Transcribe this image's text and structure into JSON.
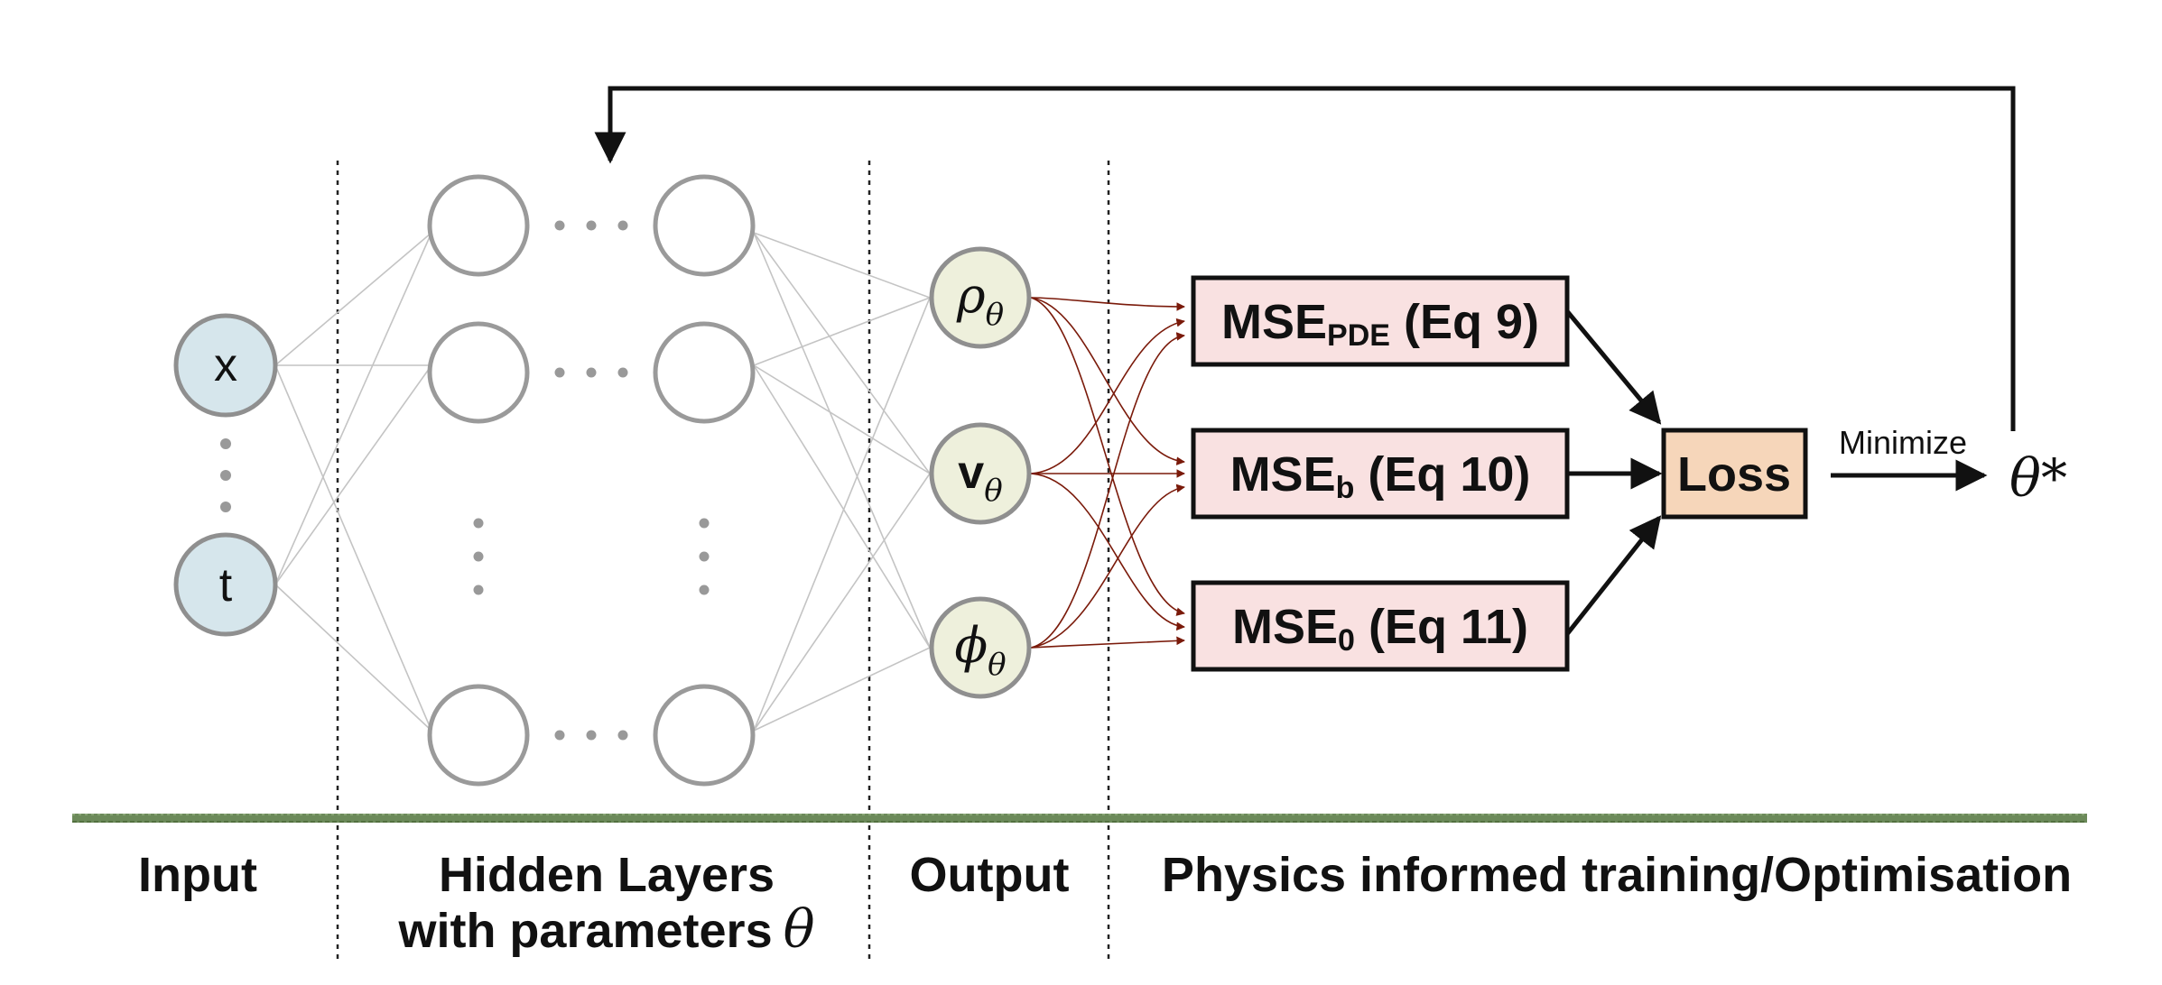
{
  "inputs": {
    "x": "x",
    "t": "t"
  },
  "outputs": {
    "rho": {
      "symbol": "ρ",
      "sub": "θ"
    },
    "v": {
      "symbol": "v",
      "sub": "θ"
    },
    "phi": {
      "symbol": "ϕ",
      "sub": "θ"
    }
  },
  "losses": [
    {
      "main": "MSE",
      "sub": "PDE",
      "rest": " (Eq 9)"
    },
    {
      "main": "MSE",
      "sub": "b",
      "rest": " (Eq 10)"
    },
    {
      "main": "MSE",
      "sub": "0",
      "rest": " (Eq 11)"
    }
  ],
  "loss_box": "Loss",
  "minimize_label": "Minimize",
  "optimum": "θ*",
  "sections": {
    "input": "Input",
    "hidden_line1": "Hidden Layers",
    "hidden_line2": "with parameters",
    "hidden_theta": "θ",
    "output": "Output",
    "physics": "Physics informed training/Optimisation"
  },
  "colors": {
    "input_node_fill": "#d6e6ec",
    "output_node_fill": "#eef0dc",
    "mse_box_fill": "#f9e1e1",
    "loss_box_fill": "#f6d6ba",
    "output_connection": "#7a1a0a",
    "ground": "#6c8a5a"
  }
}
